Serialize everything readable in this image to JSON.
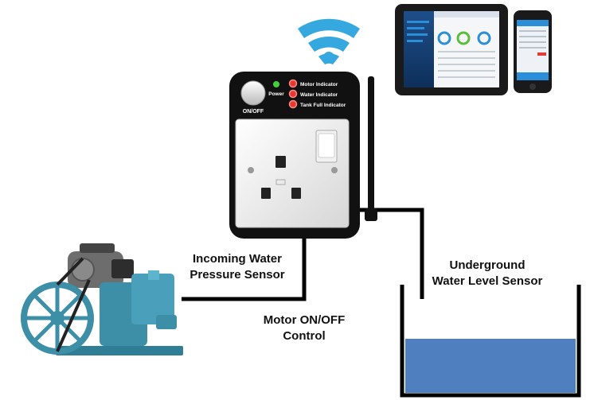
{
  "device": {
    "onoff_label": "ON/OFF",
    "power_label": "Power",
    "indicators": [
      "Motor Indicator",
      "Water Indicator",
      "Tank Full Indicator"
    ]
  },
  "labels": {
    "incoming_line1": "Incoming Water",
    "incoming_line2": "Pressure Sensor",
    "motor_line1": "Motor ON/OFF",
    "motor_line2": "Control",
    "underground_line1": "Underground",
    "underground_line2": "Water Level Sensor"
  },
  "colors": {
    "wifi": "#35a8e0",
    "water": "#4f7fbf",
    "pump": "#3d8fa8",
    "device": "#111111",
    "indicator_led": "#e53935",
    "power_led": "#43d13b"
  },
  "icons": [
    "wifi-icon",
    "antenna-icon",
    "tablet-icon",
    "phone-icon",
    "pump-icon",
    "power-button-icon"
  ]
}
